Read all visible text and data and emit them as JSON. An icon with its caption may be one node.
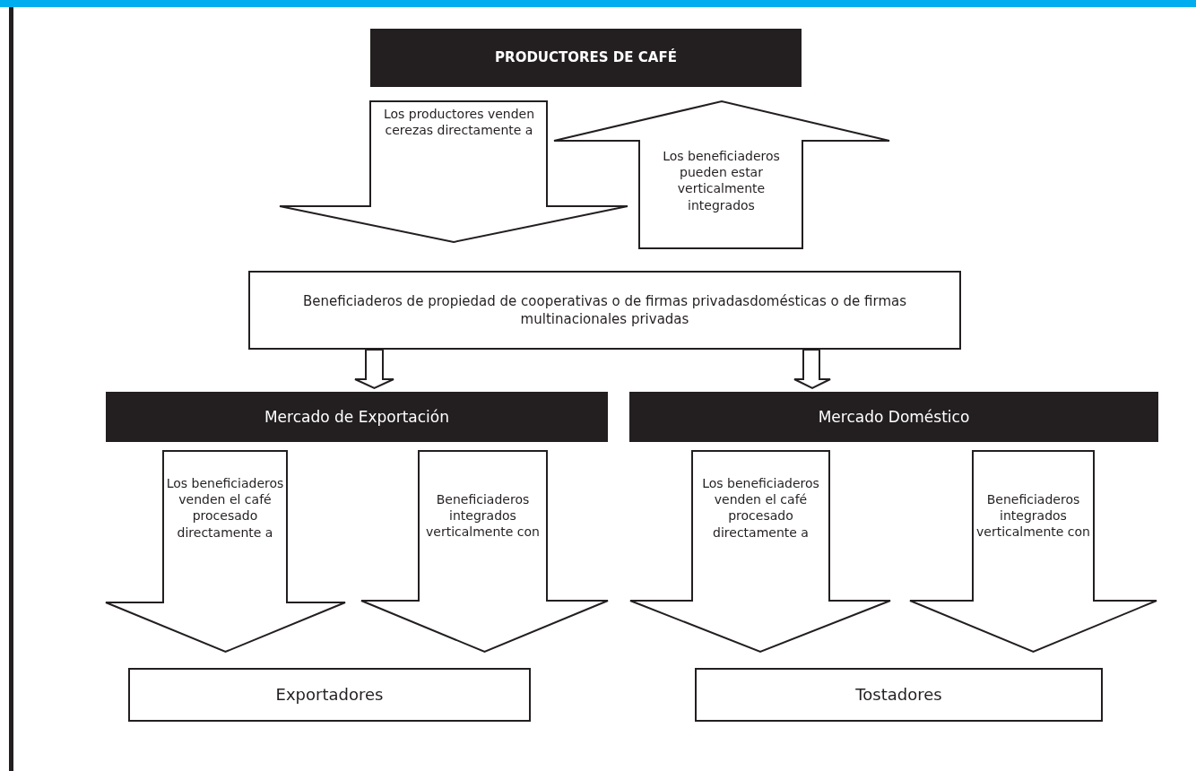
{
  "diagram": {
    "nodes": [
      {
        "text": [
          "PRODUCTORES DE CAFÉ"
        ]
      },
      {
        "text": [
          "Beneficiaderos de propiedad de cooperativas o de firmas privadasdomésticas o de firmas multinacionales privadas"
        ]
      },
      {
        "text": [
          "Mercado de Exportación"
        ]
      },
      {
        "text": [
          "Mercado Doméstico"
        ]
      },
      {
        "text": [
          "Exportadores"
        ]
      },
      {
        "text": [
          "Tostadores"
        ]
      }
    ],
    "edges": [
      {
        "from": 0,
        "to": 1,
        "arrow": "to",
        "label": "Los productores venden cerezas directamente a"
      },
      {
        "from": 1,
        "to": 0,
        "arrow": "to",
        "label": "Los beneficiaderos pueden estar verticalmente integrados"
      },
      {
        "from": 1,
        "to": 2,
        "arrow": "to"
      },
      {
        "from": 1,
        "to": 3,
        "arrow": "to"
      },
      {
        "from": 2,
        "to": 4,
        "arrow": "to",
        "label": "Los beneficiaderos venden el café procesado directamente a"
      },
      {
        "from": 2,
        "to": 4,
        "arrow": "to",
        "label": "Beneficiaderos integrados verticalmente con"
      },
      {
        "from": 3,
        "to": 5,
        "arrow": "to",
        "label": "Los beneficiaderos venden el café procesado directamente a"
      },
      {
        "from": 3,
        "to": 5,
        "arrow": "to",
        "label": "Beneficiaderos integrados verticalmente con"
      }
    ]
  }
}
